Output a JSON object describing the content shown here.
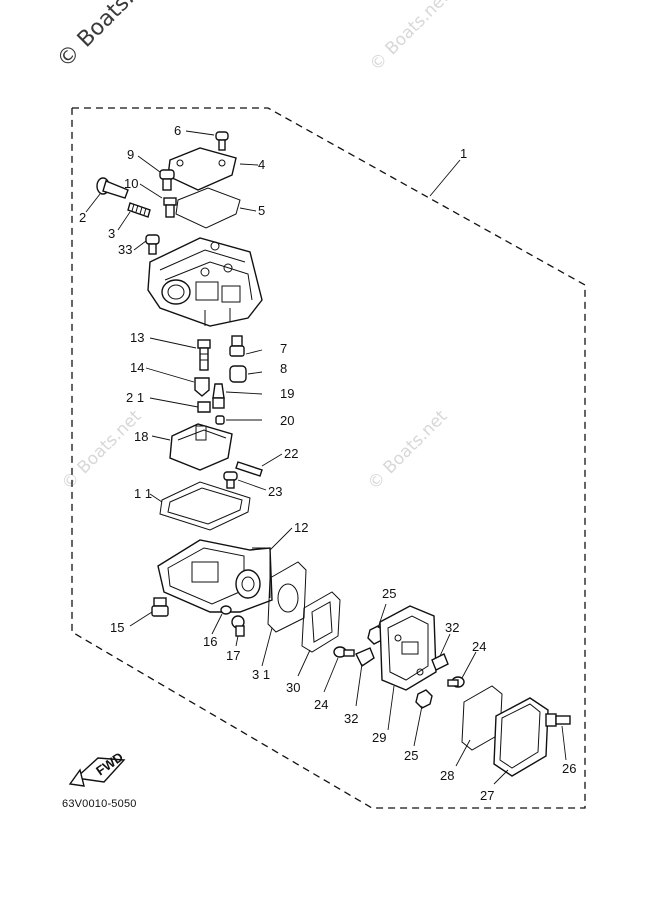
{
  "watermarks": {
    "top_left": "© Boats.net",
    "top_right": "© Boats.net",
    "mid_left": "© Boats.net",
    "mid_right": "© Boats.net"
  },
  "diagram_code": "63V0010-5050",
  "fwd_label": "FWD",
  "callouts": {
    "c1": "1",
    "c2": "2",
    "c3": "3",
    "c4": "4",
    "c5": "5",
    "c6": "6",
    "c7": "7",
    "c8": "8",
    "c9": "9",
    "c10": "10",
    "c11": "1 1",
    "c12": "12",
    "c13": "13",
    "c14": "14",
    "c15": "15",
    "c16": "16",
    "c17": "17",
    "c18": "18",
    "c19": "19",
    "c20": "20",
    "c21": "2 1",
    "c22": "22",
    "c23": "23",
    "c24a": "24",
    "c24b": "24",
    "c25a": "25",
    "c25b": "25",
    "c26": "26",
    "c27": "27",
    "c28": "28",
    "c29": "29",
    "c30": "30",
    "c31": "3 1",
    "c32a": "32",
    "c32b": "32",
    "c33": "33"
  }
}
